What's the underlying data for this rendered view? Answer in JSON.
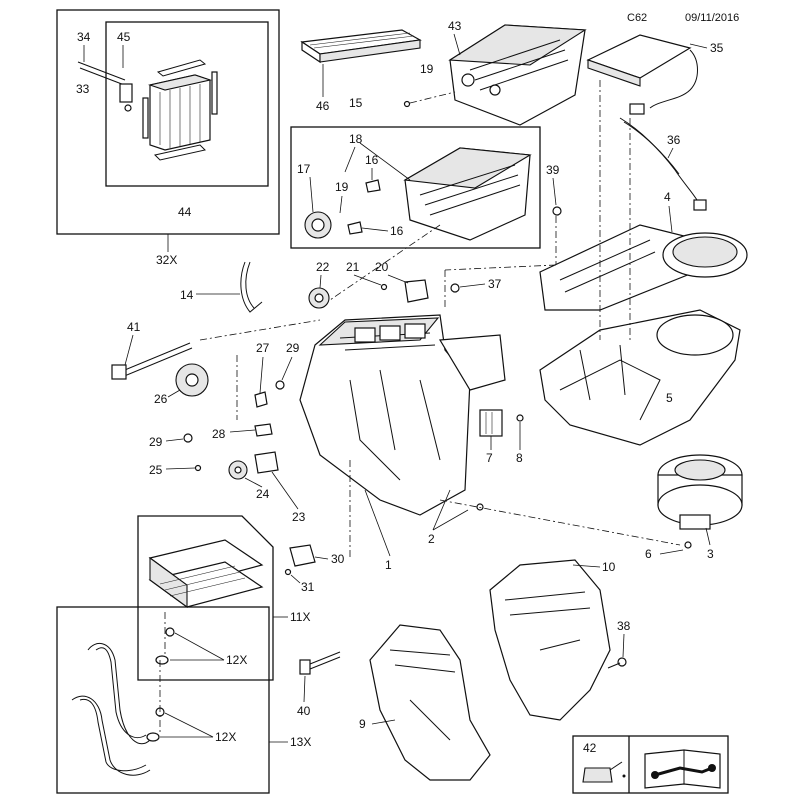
{
  "header": {
    "page_code": "C62",
    "date": "09/11/2016"
  },
  "callouts": {
    "c1": "1",
    "c2": "2",
    "c3": "3",
    "c4": "4",
    "c5": "5",
    "c6": "6",
    "c7": "7",
    "c8": "8",
    "c9": "9",
    "c10": "10",
    "c11x": "11X",
    "c12x_a": "12X",
    "c12x_b": "12X",
    "c13x": "13X",
    "c14": "14",
    "c15": "15",
    "c16_a": "16",
    "c16_b": "16",
    "c17": "17",
    "c18": "18",
    "c19_a": "19",
    "c19_b": "19",
    "c20": "20",
    "c21": "21",
    "c22": "22",
    "c23": "23",
    "c24": "24",
    "c25": "25",
    "c26": "26",
    "c27": "27",
    "c28": "28",
    "c29_a": "29",
    "c29_b": "29",
    "c30": "30",
    "c31": "31",
    "c32x": "32X",
    "c33": "33",
    "c34": "34",
    "c35": "35",
    "c36": "36",
    "c37": "37",
    "c38": "38",
    "c39": "39",
    "c40": "40",
    "c41": "41",
    "c42": "42",
    "c43": "43",
    "c44": "44",
    "c45": "45",
    "c46": "46"
  },
  "icons": {
    "oil_can": "oil-can-icon",
    "manual_tools": "book-wrench-icon"
  }
}
